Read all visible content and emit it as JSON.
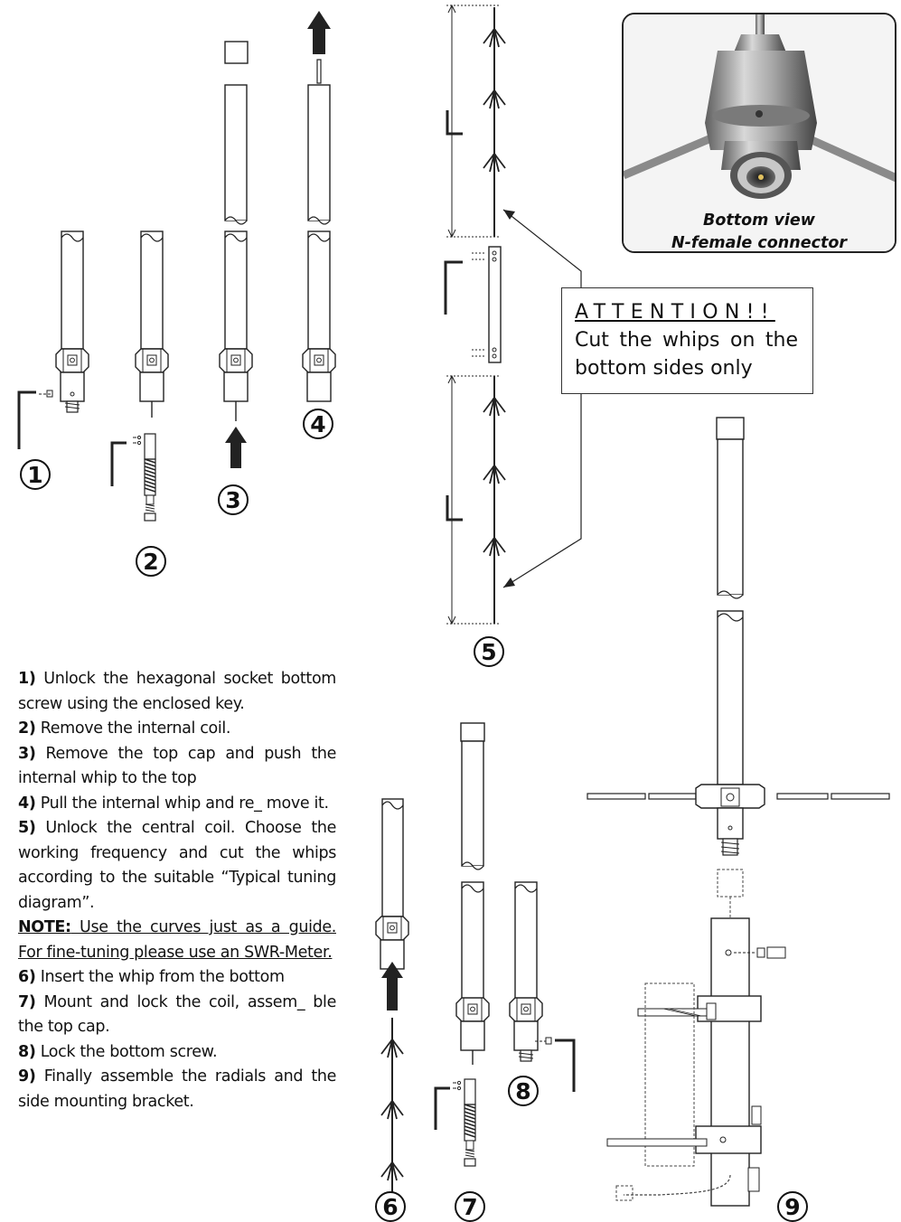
{
  "step_numbers": [
    "1",
    "2",
    "3",
    "4",
    "5",
    "6",
    "7",
    "8",
    "9"
  ],
  "photo_caption": {
    "line1": "Bottom view",
    "line2": "N-female connector"
  },
  "attention": {
    "title": "ATTENTION!!",
    "body": "Cut the whips on the bottom sides only"
  },
  "dimension_label": "L",
  "instructions": [
    {
      "num": "1)",
      "text": " Unlock the hexagonal socket bottom screw using the enclosed key."
    },
    {
      "num": "2)",
      "text": " Remove the internal coil."
    },
    {
      "num": "3)",
      "text": " Remove the top cap and push the internal whip to the top"
    },
    {
      "num": "4)",
      "text": " Pull the internal whip and re_ move it."
    },
    {
      "num": "5)",
      "text": " Unlock the central coil. Choose the working frequency and cut the whips according to the suitable “Typical tuning diagram”."
    },
    {
      "num": "NOTE:",
      "text": " Use the curves just as a guide. For fine-tuning please use an SWR-Meter."
    },
    {
      "num": "6)",
      "text": " Insert the whip from the bottom"
    },
    {
      "num": "7)",
      "text": " Mount and lock the coil, assem_ ble the top cap."
    },
    {
      "num": "8)",
      "text": " Lock the bottom screw."
    },
    {
      "num": "9)",
      "text": " Finally assemble the radials and the side mounting bracket."
    }
  ]
}
